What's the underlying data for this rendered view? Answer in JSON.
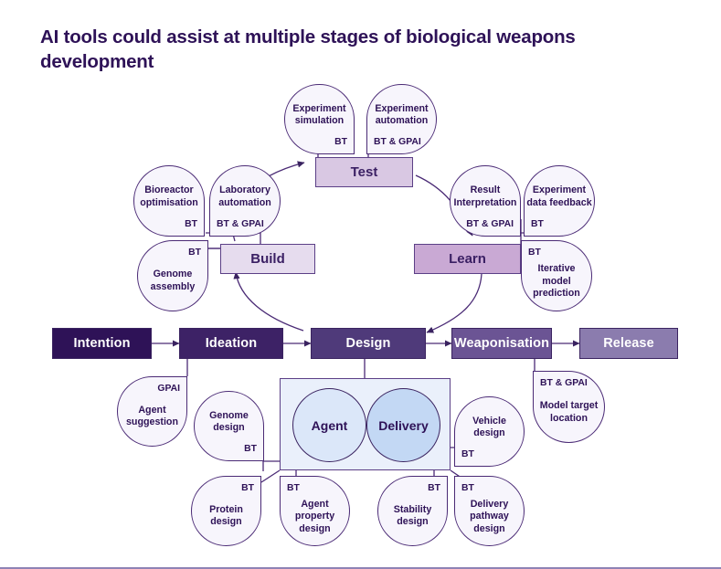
{
  "title": "AI tools could assist at multiple stages of biological weapons development",
  "colors": {
    "text": "#2e1257",
    "stroke": "#4a2a75",
    "bubble_fill": "#f7f5fc",
    "panel_fill": "#eaf0fb",
    "agent_fill": "#dbe7f9",
    "delivery_fill": "#c3d8f4",
    "intention": "#2e1257",
    "ideation": "#3d2266",
    "design": "#4f3a7a",
    "weaponisation": "#6b5494",
    "release": "#8b7cae",
    "build": "#e6dcee",
    "test": "#d9c8e3",
    "learn": "#c9a9d4"
  },
  "pipeline": {
    "name": "biological-weapons-development-pipeline",
    "stages": [
      {
        "label": "Intention",
        "fill": "#2e1257"
      },
      {
        "label": "Ideation",
        "fill": "#3d2266"
      },
      {
        "label": "Design",
        "fill": "#4f3a7a"
      },
      {
        "label": "Weaponisation",
        "fill": "#6b5494"
      },
      {
        "label": "Release",
        "fill": "#8b7cae"
      }
    ]
  },
  "cycle": {
    "name": "design-build-test-learn-cycle",
    "stages": [
      {
        "label": "Build",
        "fill": "#e6dcee"
      },
      {
        "label": "Test",
        "fill": "#d9c8e3"
      },
      {
        "label": "Learn",
        "fill": "#c9a9d4"
      }
    ]
  },
  "agent_delivery": {
    "agent": "Agent",
    "delivery": "Delivery"
  },
  "bubbles": [
    {
      "id": "experiment-simulation",
      "body": "Experiment\nsimulation",
      "tag": "BT"
    },
    {
      "id": "experiment-automation",
      "body": "Experiment\nautomation",
      "tag": "BT & GPAI"
    },
    {
      "id": "bioreactor-optimisation",
      "body": "Bioreactor\noptimisation",
      "tag": "BT"
    },
    {
      "id": "laboratory-automation",
      "body": "Laboratory\nautomation",
      "tag": "BT & GPAI"
    },
    {
      "id": "genome-assembly",
      "body": "Genome\nassembly",
      "tag": "BT"
    },
    {
      "id": "result-interpretation",
      "body": "Result\nInterpretation",
      "tag": "BT & GPAI"
    },
    {
      "id": "experiment-data-feedback",
      "body": "Experiment\ndata feedback",
      "tag": "BT"
    },
    {
      "id": "iterative-model-prediction",
      "body": "Iterative\nmodel\nprediction",
      "tag": "BT"
    },
    {
      "id": "agent-suggestion",
      "body": "Agent\nsuggestion",
      "tag": "GPAI"
    },
    {
      "id": "genome-design",
      "body": "Genome\ndesign",
      "tag": "BT"
    },
    {
      "id": "protein-design",
      "body": "Protein\ndesign",
      "tag": "BT"
    },
    {
      "id": "agent-property-design",
      "body": "Agent\nproperty\ndesign",
      "tag": "BT"
    },
    {
      "id": "stability-design",
      "body": "Stability\ndesign",
      "tag": "BT"
    },
    {
      "id": "vehicle-design",
      "body": "Vehicle\ndesign",
      "tag": "BT"
    },
    {
      "id": "delivery-pathway-design",
      "body": "Delivery\npathway\ndesign",
      "tag": "BT"
    },
    {
      "id": "model-target-location",
      "body": "Model target\nlocation",
      "tag": "BT & GPAI"
    }
  ]
}
